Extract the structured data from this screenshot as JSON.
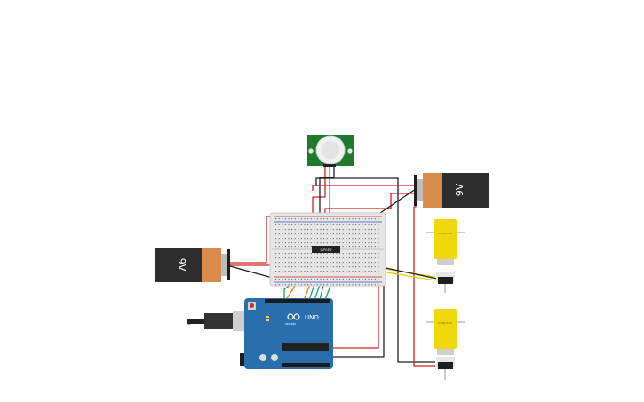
{
  "battery_left": {
    "label": "9V"
  },
  "battery_right": {
    "label": "9V"
  },
  "arduino": {
    "brand": "UNO",
    "sub": "ARDUINO"
  },
  "motor_driver": {
    "label": "L293D"
  },
  "motor_top": {
    "label": "DCMOTOR"
  },
  "motor_bottom": {
    "label": "DCMOTOR"
  },
  "colors": {
    "breadboard": "#e6e6e6",
    "arduino_blue": "#2a6fad",
    "pir_green": "#1f7a2e",
    "battery_copper": "#d98c4a",
    "battery_black": "#2e2e2e",
    "motor_yellow": "#f2d60c",
    "wire_red": "#d32020",
    "wire_black": "#1e1e1e",
    "wire_green": "#1da04a",
    "wire_orange": "#f07f1a",
    "wire_teal": "#1fa0a0",
    "wire_yellow": "#e8cc10"
  }
}
